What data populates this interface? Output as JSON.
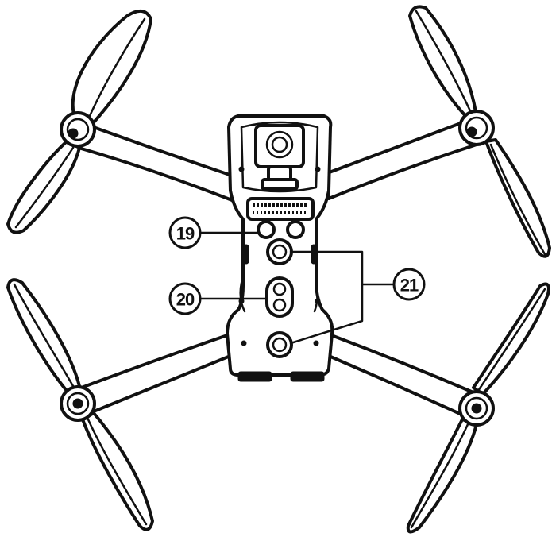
{
  "callouts": [
    {
      "id": "c19",
      "label": "19"
    },
    {
      "id": "c20",
      "label": "20"
    },
    {
      "id": "c21",
      "label": "21"
    }
  ],
  "colors": {
    "line": "#111111",
    "background": "#ffffff"
  }
}
